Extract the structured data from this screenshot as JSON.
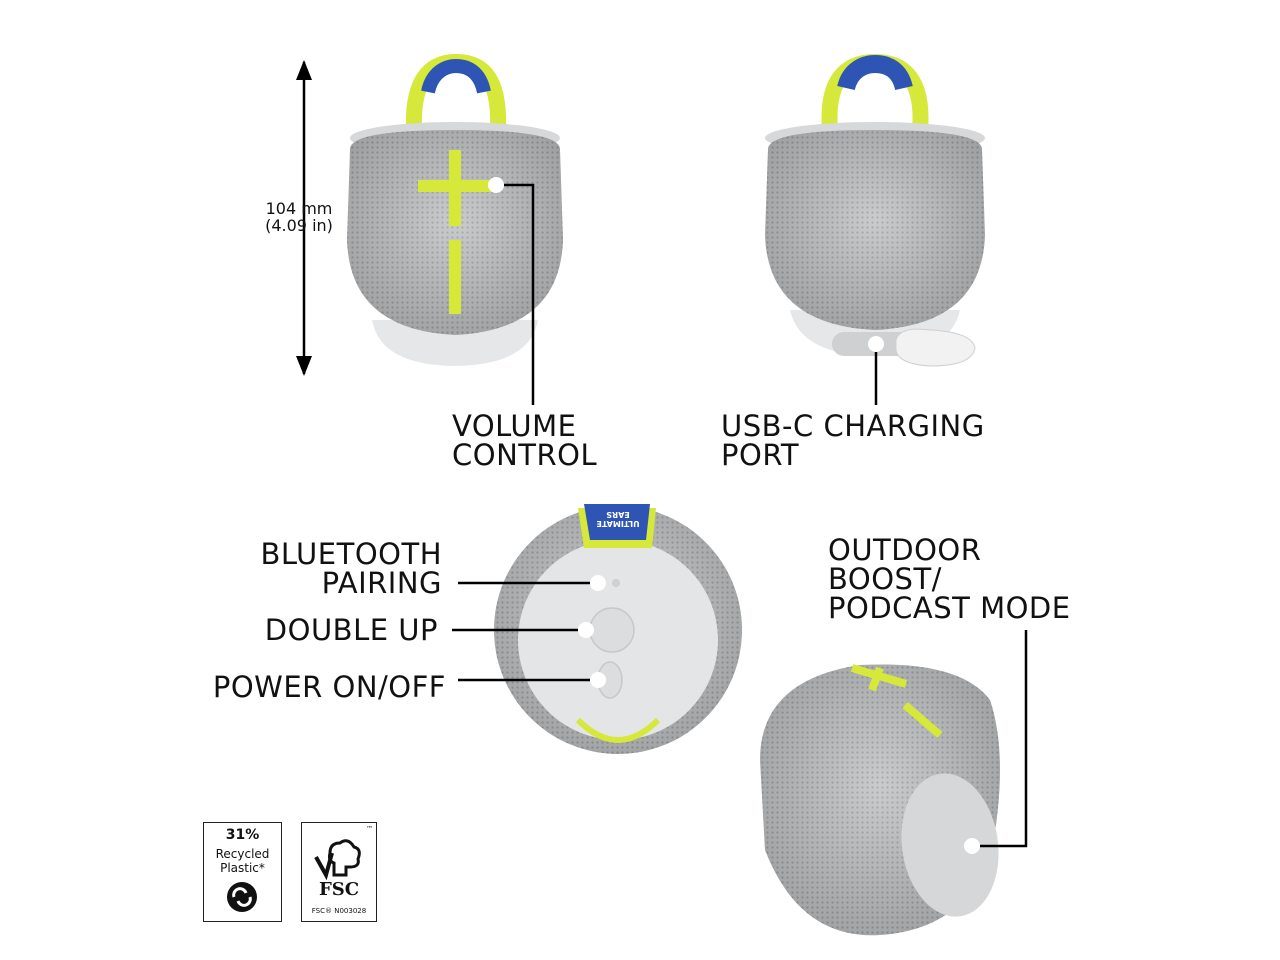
{
  "dimension": {
    "height_mm": "104 mm",
    "height_in": "(4.09 in)"
  },
  "callouts": {
    "volume_control": {
      "line1": "VOLUME",
      "line2": "CONTROL"
    },
    "usb_c": {
      "line1": "USB-C CHARGING",
      "line2": "PORT"
    },
    "bluetooth": {
      "line1": "BLUETOOTH",
      "line2": "PAIRING"
    },
    "double_up": "DOUBLE UP",
    "power": "POWER ON/OFF",
    "outdoor": {
      "line1": "OUTDOOR",
      "line2": "BOOST/",
      "line3": "PODCAST MODE"
    }
  },
  "strap_brand": {
    "line1": "ULTIMATE",
    "line2": "EARS"
  },
  "badges": {
    "recycled": {
      "percent": "31%",
      "line1": "Recycled",
      "line2": "Plastic*"
    },
    "fsc": {
      "name": "FSC",
      "tm": "™",
      "code": "FSC® N003028"
    }
  },
  "colors": {
    "body": "#c9cacb",
    "mesh": "#a9abad",
    "base": "#e6e7e8",
    "accent": "#d6e83a",
    "strap": "#2e55b4"
  }
}
